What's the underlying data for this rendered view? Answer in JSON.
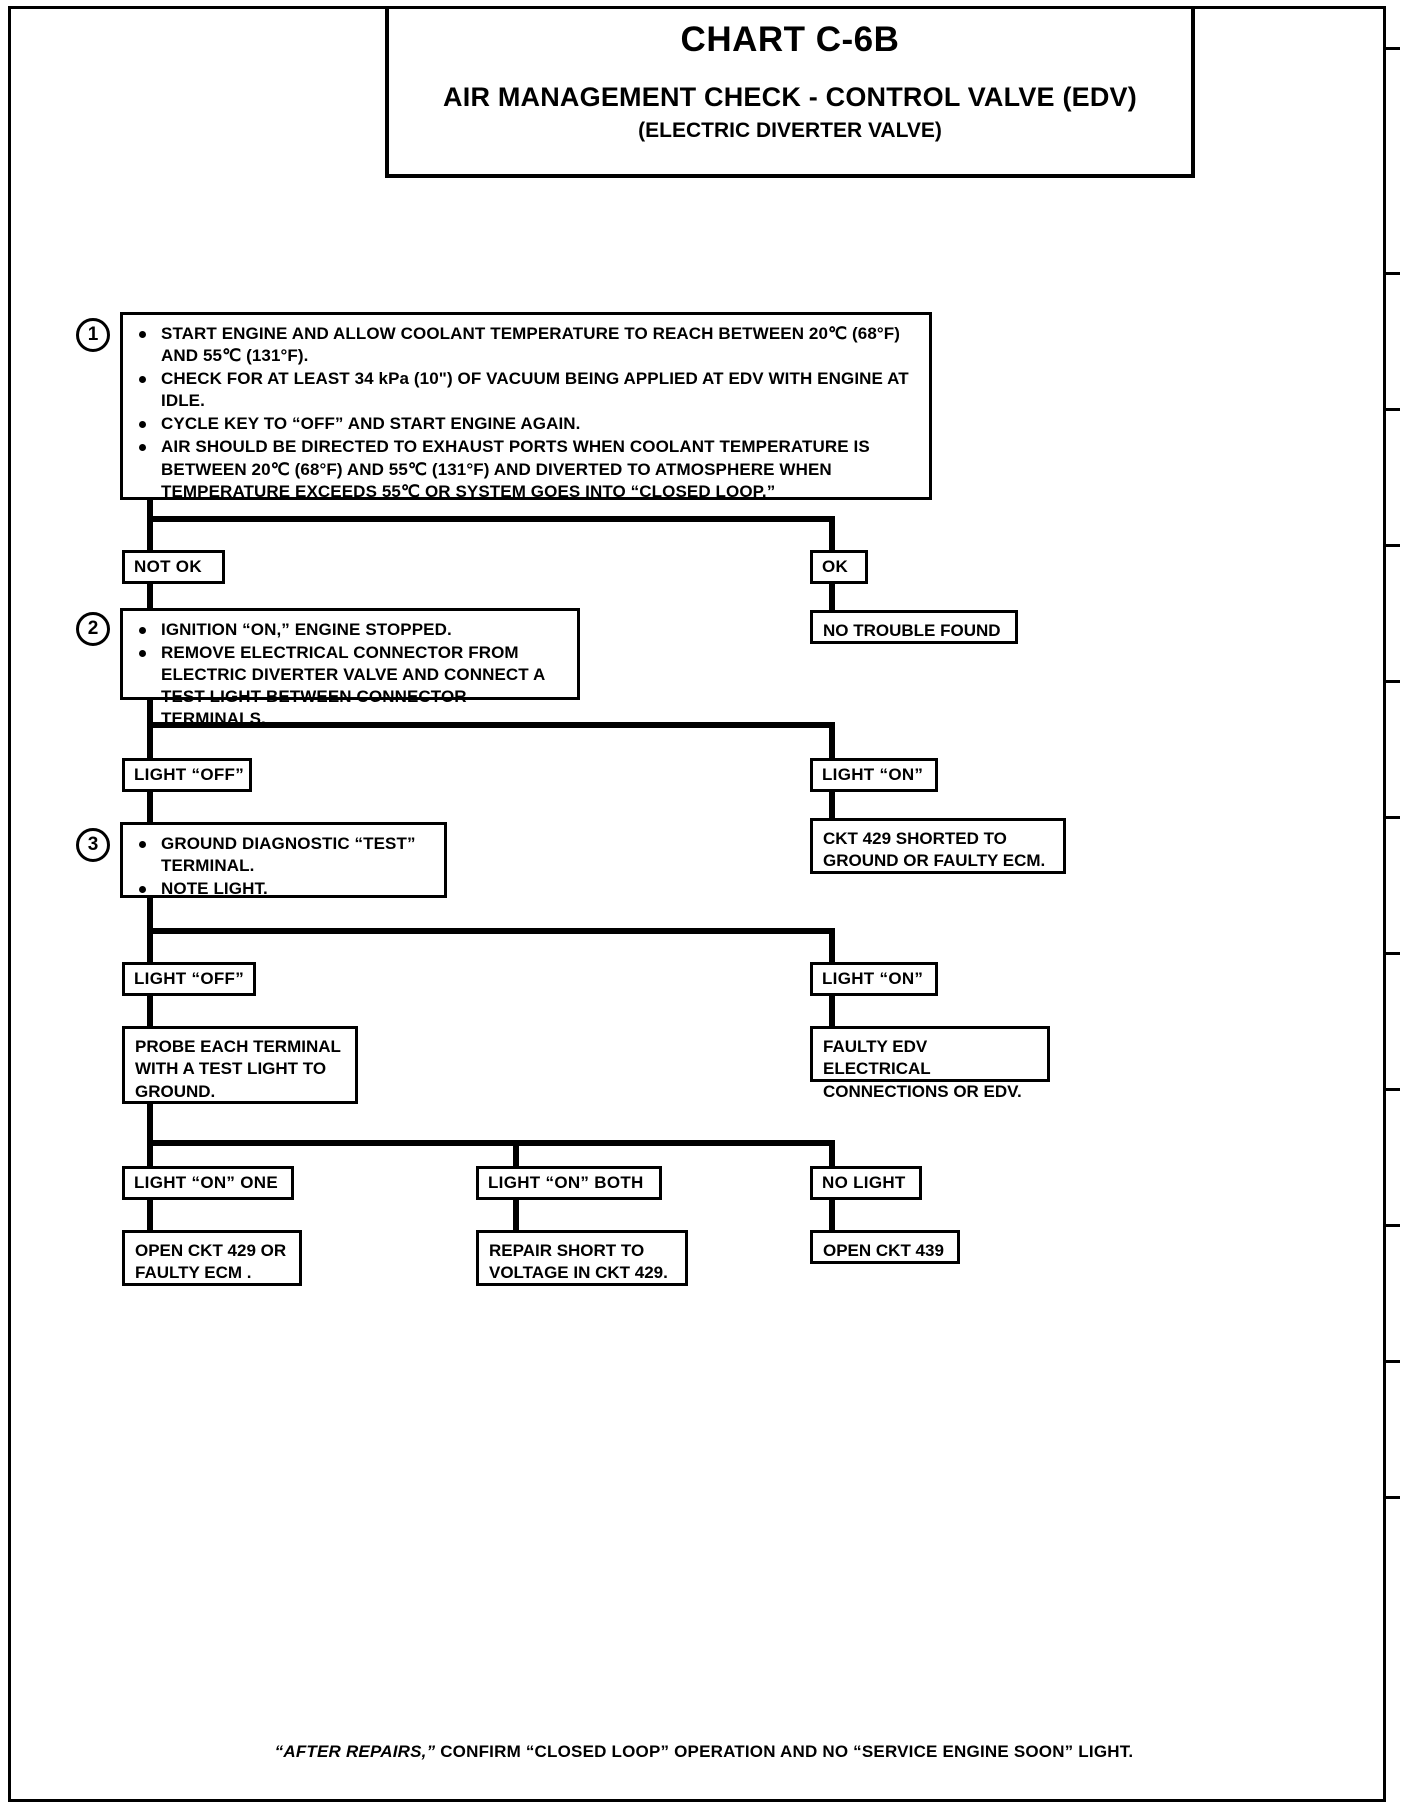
{
  "header": {
    "chart_id": "CHART C-6B",
    "title": "AIR MANAGEMENT CHECK - CONTROL VALVE (EDV)",
    "subtitle": "(ELECTRIC DIVERTER VALVE)"
  },
  "steps": {
    "step1": {
      "number": "1",
      "bullets": [
        "START ENGINE AND ALLOW COOLANT TEMPERATURE TO REACH BETWEEN 20℃ (68°F) AND 55℃ (131°F).",
        "CHECK FOR AT LEAST 34 kPa (10\") OF VACUUM BEING APPLIED AT EDV WITH ENGINE AT IDLE.",
        "CYCLE KEY TO “OFF” AND START ENGINE AGAIN.",
        "AIR SHOULD BE DIRECTED TO EXHAUST PORTS WHEN COOLANT TEMPERATURE IS BETWEEN 20℃ (68°F) AND 55℃ (131°F) AND DIVERTED TO ATMOSPHERE WHEN TEMPERATURE EXCEEDS 55℃ OR SYSTEM GOES INTO “CLOSED LOOP.”"
      ]
    },
    "step2": {
      "number": "2",
      "bullets": [
        "IGNITION “ON,” ENGINE STOPPED.",
        "REMOVE ELECTRICAL CONNECTOR FROM ELECTRIC DIVERTER  VALVE AND CONNECT A TEST LIGHT BETWEEN CONNECTOR TERMINALS."
      ]
    },
    "step3": {
      "number": "3",
      "bullets": [
        "GROUND DIAGNOSTIC  “TEST” TERMINAL.",
        "NOTE LIGHT."
      ]
    }
  },
  "branches": {
    "not_ok": "NOT OK",
    "ok": "OK",
    "light_off_1": "LIGHT “OFF”",
    "light_on_1": "LIGHT “ON”",
    "light_off_2": "LIGHT “OFF”",
    "light_on_2": "LIGHT “ON”",
    "light_on_one": "LIGHT  “ON” ONE",
    "light_on_both": "LIGHT  “ON” BOTH",
    "no_light": "NO LIGHT"
  },
  "results": {
    "no_trouble_found": "NO TROUBLE FOUND",
    "ckt429_shorted": "CKT 429 SHORTED TO GROUND OR FAULTY ECM.",
    "probe_each_terminal": "PROBE EACH TERMINAL WITH A TEST LIGHT TO GROUND.",
    "faulty_edv": "FAULTY EDV ELECTRICAL CONNECTIONS OR EDV.",
    "open_ckt429": "OPEN CKT 429 OR FAULTY ECM .",
    "repair_short": "REPAIR  SHORT TO VOLTAGE IN CKT 429.",
    "open_ckt439": "OPEN CKT 439"
  },
  "footer": {
    "emphasis": "“AFTER REPAIRS,”",
    "text": " CONFIRM “CLOSED LOOP” OPERATION AND NO “SERVICE ENGINE SOON” LIGHT."
  },
  "colors": {
    "ink": "#000000",
    "paper": "#ffffff"
  }
}
